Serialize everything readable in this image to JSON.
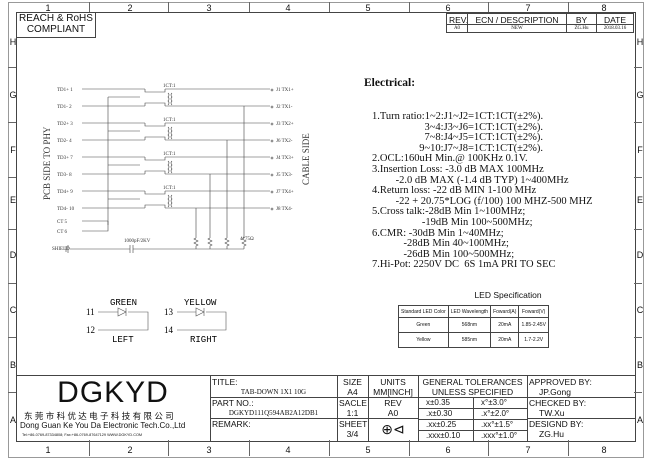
{
  "border": {
    "columns": [
      "1",
      "2",
      "3",
      "4",
      "5",
      "6",
      "7",
      "8"
    ],
    "rows": [
      "H",
      "G",
      "F",
      "E",
      "D",
      "C",
      "B",
      "A"
    ]
  },
  "compliance": {
    "line1": "REACH & RoHS",
    "line2": "COMPLIANT"
  },
  "revision": {
    "headers": [
      "REV.",
      "ECN / DESCRIPTION",
      "BY",
      "DATE"
    ],
    "row": [
      "A0",
      "NEW",
      "ZG.Hu",
      "2018.03.16"
    ]
  },
  "schematic": {
    "left_label": "PCB SIDE TO PHY",
    "right_label": "CABLE SIDE",
    "pins_left": [
      "TD1+ 1",
      "TD1- 2",
      "TD2+ 3",
      "TD2- 4",
      "TD3+ 7",
      "TD3- 8",
      "TD4+ 9",
      "TD4- 10",
      "CT 5",
      "CT 6"
    ],
    "pins_right": [
      "J1 TX1+",
      "J2 TX1-",
      "J3 TX2+",
      "J6 TX2-",
      "J4 TX3+",
      "J5 TX3-",
      "J7 TX4+",
      "J8 TX4-"
    ],
    "transformer_label": "1CT:1",
    "shield": "SHIELD",
    "capacitor": "1000pF/2KV",
    "resistor": "4*75Ω"
  },
  "leds": [
    {
      "color": "GREEN",
      "pin_a": "11",
      "pin_b": "12",
      "side": "LEFT"
    },
    {
      "color": "YELLOW",
      "pin_a": "13",
      "pin_b": "14",
      "side": "RIGHT"
    }
  ],
  "electrical": {
    "title": "Electrical:",
    "lines": [
      "1.Turn ratio:1~2:J1~J2=1CT:1CT(±2%).",
      "                    3~4:J3~J6=1CT:1CT(±2%).",
      "                    7~8:J4~J5=1CT:1CT(±2%).",
      "                  9~10:J7~J8=1CT:1CT(±2%).",
      "2.OCL:160uH Min.@ 100KHz 0.1V.",
      "3.Insertion Loss: -3.0 dB MAX 100MHz",
      "         -2.0 dB MAX (-1.4 dB TYP) 1~400MHz",
      "4.Return loss: -22 dB MIN 1-100 MHz",
      "         -22 + 20.75*LOG (f/100) 100 MHZ-500 MHZ",
      "5.Cross talk:-28dB Min 1~100MHz;",
      "                   -19dB Min 100~500MHz;",
      "6.CMR: -30dB Min 1~40MHz;",
      "            -28dB Min 40~100MHz;",
      "            -26dB Min 100~500MHz;",
      "7.Hi-Pot: 2250V DC  6S 1mA PRI TO SEC"
    ]
  },
  "led_spec": {
    "title": "LED Specification",
    "headers": [
      "Standard LED Color",
      "LED Wavelength",
      "Foward(A)",
      "Foward(V)"
    ],
    "rows": [
      [
        "Green",
        "568nm",
        "20mA",
        "1.85-2.45V"
      ],
      [
        "Yellow",
        "585nm",
        "20mA",
        "1.7-2.2V"
      ]
    ]
  },
  "title_block": {
    "logo": "DGKYD",
    "company_cn": "东 莞 市 科 优 达 电 子 科 技 有 限 公 司",
    "company_en": "Dong Guan Ke You Da Electronic Tech.Co.,Ltd",
    "contact": "Tel:+86-0769-87334808; Fax:+86-0769-87647129  WWW.DGKYD.COM",
    "title_label": "TITLE:",
    "title": "TAB-DOWN 1X1 10G",
    "part_label": "PART NO.:",
    "part": "DGKYD111Q594AB2A12DB1",
    "remark_label": "REMARK:",
    "size_label": "SIZE",
    "size": "A4",
    "scale_label": "SACLE",
    "scale": "1:1",
    "sheet_label": "SHEET",
    "sheet": "3/4",
    "units_label": "UNITS",
    "units": "MM[INCH]",
    "rev_label": "REV",
    "rev": "A0",
    "tol_title1": "GENERAL TOLERANCES",
    "tol_title2": "UNLESS SPECIFIED",
    "tol": [
      [
        "x±0.35",
        "x°±3.0°"
      ],
      [
        ".x±0.30",
        ".x°±2.0°"
      ],
      [
        ".xx±0.25",
        ".xx°±1.5°"
      ],
      [
        ".xxx±0.10",
        ".xxx°±1.0°"
      ]
    ],
    "approved_label": "APPROVED BY:",
    "approved": "JP.Gong",
    "checked_label": "CHECKED BY:",
    "checked": "TW.Xu",
    "designed_label": "DESIGND BY:",
    "designed": "ZG.Hu"
  }
}
